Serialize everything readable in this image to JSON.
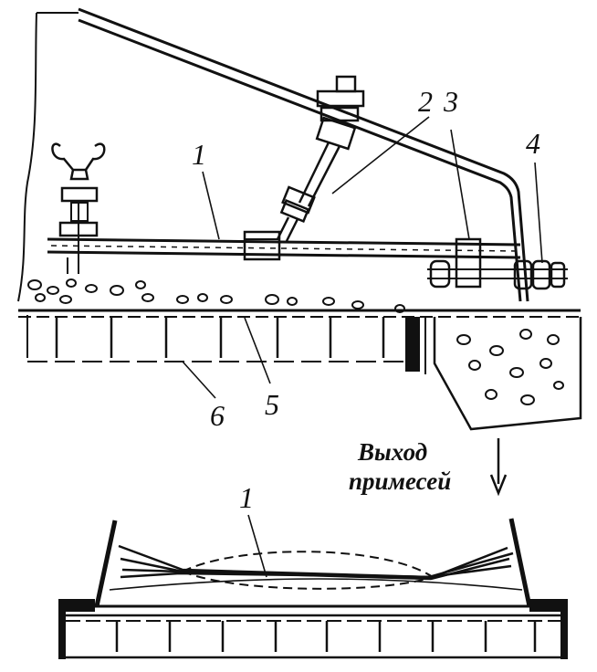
{
  "diagram": {
    "labels": {
      "n1_top": "1",
      "n2": "2",
      "n3": "3",
      "n4": "4",
      "n5": "5",
      "n6": "6",
      "n1_bottom": "1"
    },
    "caption": {
      "line1": "Выход",
      "line2": "примесей"
    },
    "colors": {
      "ink": "#111111",
      "background": "#ffffff"
    }
  }
}
